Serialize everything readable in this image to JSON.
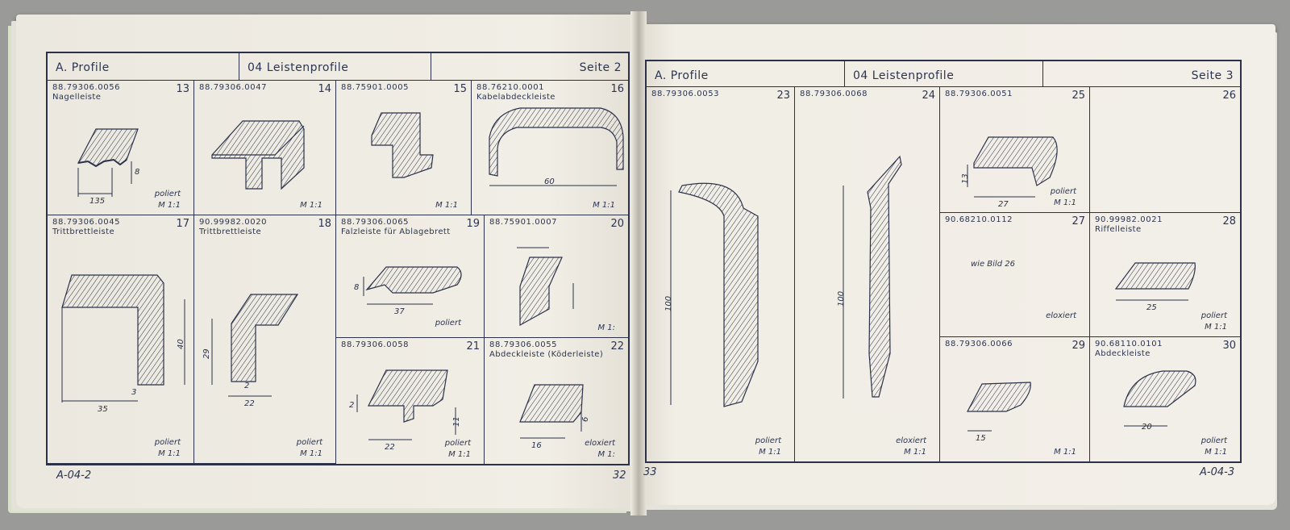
{
  "left": {
    "header": {
      "section": "A. Profile",
      "group": "04 Leistenprofile",
      "page": "Seite 2"
    },
    "items": [
      {
        "n": "13",
        "code": "88.79306.0056",
        "title": "Nagelleiste",
        "notes": [
          "poliert",
          "M 1:1"
        ],
        "dims": [
          "135",
          "8"
        ]
      },
      {
        "n": "14",
        "code": "88.79306.0047",
        "title": "",
        "notes": [
          "",
          "M 1:1"
        ],
        "dims": []
      },
      {
        "n": "15",
        "code": "88.75901.0005",
        "title": "",
        "notes": [
          "",
          "M 1:1"
        ],
        "dims": []
      },
      {
        "n": "16",
        "code": "88.76210.0001",
        "title": "Kabelabdeckleiste",
        "notes": [
          "",
          "M 1:1"
        ],
        "dims": [
          "60"
        ]
      },
      {
        "n": "17",
        "code": "88.79306.0045",
        "title": "Trittbrettleiste",
        "notes": [
          "poliert",
          "M 1:1"
        ],
        "dims": [
          "35",
          "3",
          "40"
        ]
      },
      {
        "n": "18",
        "code": "90.99982.0020",
        "title": "Trittbrettleiste",
        "notes": [
          "poliert",
          "M 1:1"
        ],
        "dims": [
          "29",
          "2",
          "22"
        ]
      },
      {
        "n": "19",
        "code": "88.79306.0065",
        "title": "Falzleiste für Ablagebrett",
        "notes": [
          "poliert",
          ""
        ],
        "dims": [
          "8",
          "37"
        ]
      },
      {
        "n": "20",
        "code": "88.75901.0007",
        "title": "",
        "notes": [
          "",
          "M 1:"
        ],
        "dims": []
      },
      {
        "n": "21",
        "code": "88.79306.0058",
        "title": "",
        "notes": [
          "poliert",
          "M 1:1"
        ],
        "dims": [
          "2",
          "11",
          "22"
        ]
      },
      {
        "n": "22",
        "code": "88.79306.0055",
        "title": "Abdeckleiste (Köderleiste)",
        "notes": [
          "eloxiert",
          "M 1:"
        ],
        "dims": [
          "6",
          "16"
        ]
      }
    ],
    "footer": {
      "ref": "A-04-2",
      "page": "32"
    }
  },
  "right": {
    "header": {
      "section": "A. Profile",
      "group": "04 Leistenprofile",
      "page": "Seite 3"
    },
    "items": [
      {
        "n": "23",
        "code": "88.79306.0053",
        "title": "",
        "notes": [
          "poliert",
          "M 1:1"
        ],
        "dims": [
          "100"
        ]
      },
      {
        "n": "24",
        "code": "88.79306.0068",
        "title": "",
        "notes": [
          "eloxiert",
          "M 1:1"
        ],
        "dims": [
          "100"
        ]
      },
      {
        "n": "25",
        "code": "88.79306.0051",
        "title": "",
        "notes": [
          "poliert",
          "M 1:1"
        ],
        "dims": [
          "13",
          "27"
        ]
      },
      {
        "n": "26",
        "code": "",
        "title": "",
        "notes": [
          "",
          ""
        ],
        "dims": []
      },
      {
        "n": "27",
        "code": "90.68210.0112",
        "title": "",
        "notes": [
          "eloxiert",
          ""
        ],
        "dims": [],
        "extra": "wie Bild 26"
      },
      {
        "n": "28",
        "code": "90.99982.0021",
        "title": "Riffelleiste",
        "notes": [
          "poliert",
          "M 1:1"
        ],
        "dims": [
          "25"
        ]
      },
      {
        "n": "29",
        "code": "88.79306.0066",
        "title": "",
        "notes": [
          "",
          "M 1:1"
        ],
        "dims": [
          "15"
        ]
      },
      {
        "n": "30",
        "code": "90.68110.0101",
        "title": "Abdeckleiste",
        "notes": [
          "poliert",
          "M 1:1"
        ],
        "dims": [
          "20"
        ]
      }
    ],
    "footer": {
      "ref": "A-04-3",
      "page": "33"
    }
  }
}
